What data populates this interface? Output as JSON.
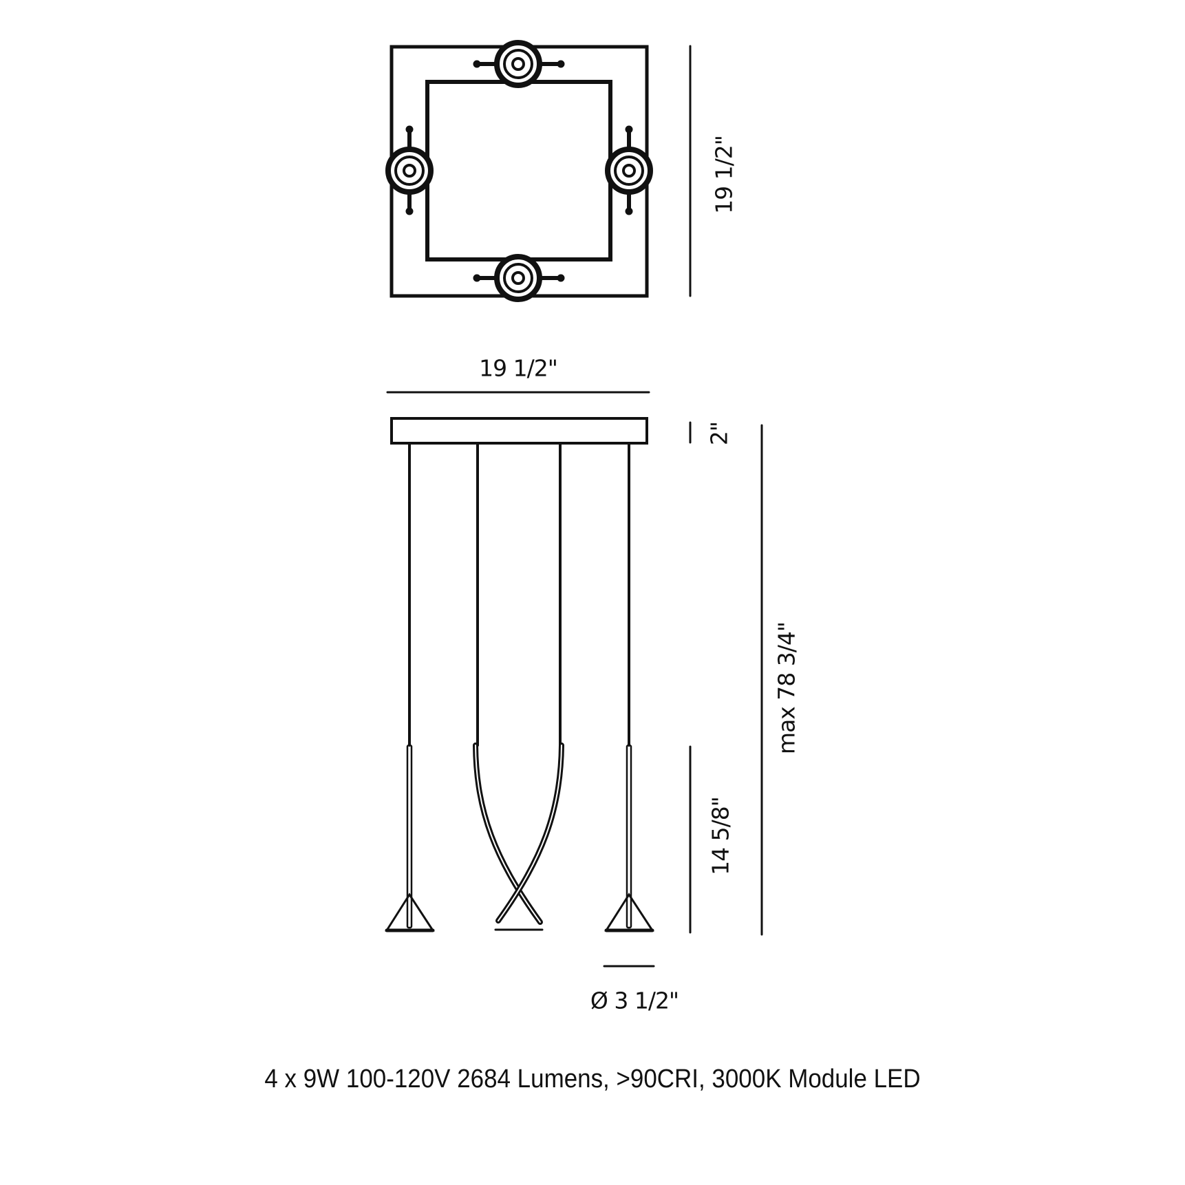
{
  "title": "Pendant light dimension drawing",
  "top_view": {
    "label": "Top view of square canopy with four light modules",
    "dimension_height": "19 1/2\""
  },
  "side_view": {
    "dimension_width": "19 1/2\"",
    "dimension_canopy_height": "2\"",
    "dimension_shade_length": "14 5/8\"",
    "dimension_max_height": "max 78 3/4\"",
    "dimension_diameter": "Ø 3 1/2\""
  },
  "spec_caption": "4 x 9W 100-120V 2684 Lumens, >90CRI, 3000K Module LED",
  "colors": {
    "line": "#111111",
    "background": "#ffffff"
  }
}
